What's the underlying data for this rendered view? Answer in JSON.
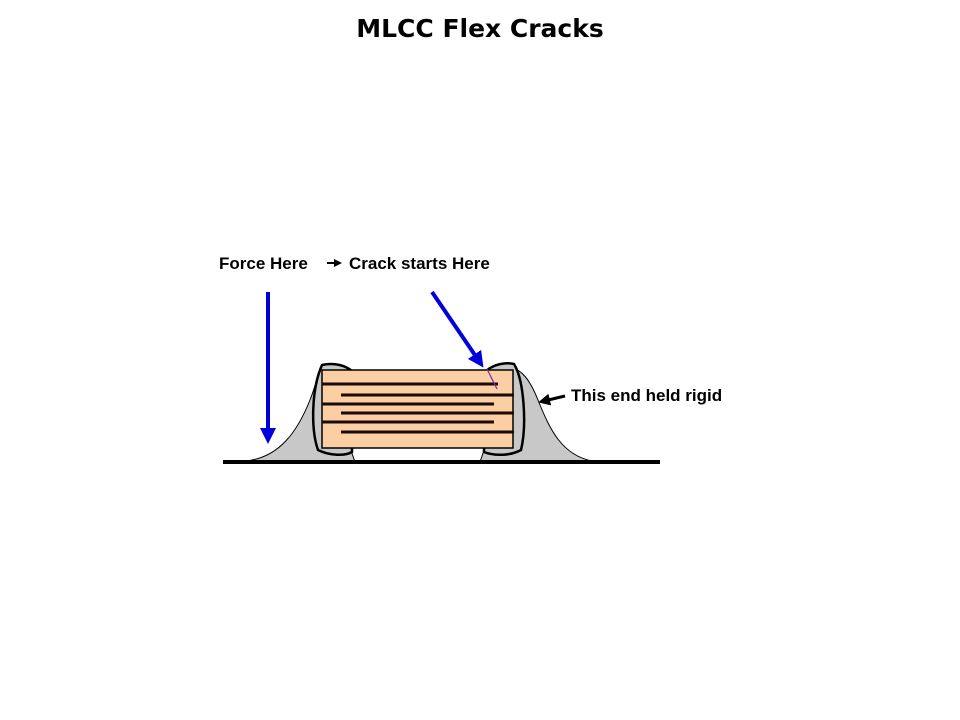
{
  "title": "MLCC Flex Cracks",
  "labels": {
    "force": "Force Here",
    "crack": "Crack starts Here",
    "rigid": "This end held rigid"
  },
  "colors": {
    "force_arrow": "#0000dd",
    "ceramic_body": "#fbcfa3",
    "solder": "#c8c8c8",
    "electrode": "#1a0a00",
    "board": "#000000",
    "crack": "#7a2aa0"
  },
  "diagram": {
    "components": [
      "circuit-board",
      "left-solder-fillet",
      "right-solder-fillet",
      "left-termination",
      "right-termination",
      "ceramic-body",
      "internal-electrodes",
      "crack-line"
    ],
    "electrode_count": 6
  }
}
